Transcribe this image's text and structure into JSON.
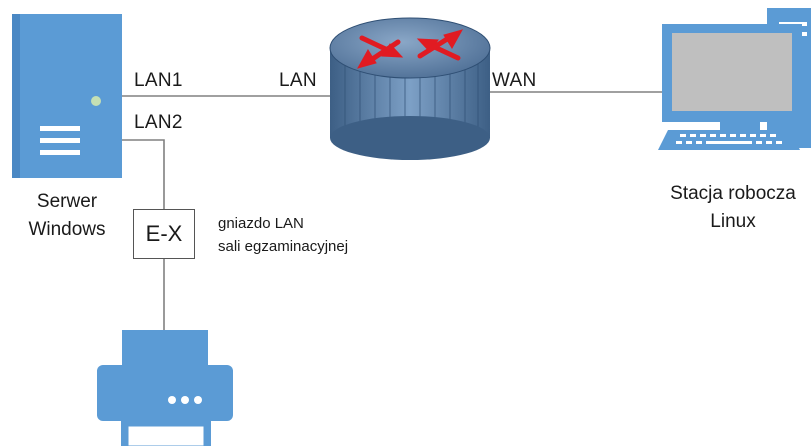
{
  "diagram": {
    "labels": {
      "lan1": "LAN1",
      "lan2": "LAN2",
      "lan": "LAN",
      "wan": "WAN",
      "server_line1": "Serwer",
      "server_line2": "Windows",
      "workstation_line1": "Stacja robocza",
      "workstation_line2": "Linux",
      "socket_box": "E-X",
      "socket_line1": "gniazdo LAN",
      "socket_line2": "sali egzaminacyjnej"
    },
    "colors": {
      "device_blue": "#5b9bd5",
      "device_blue_dark": "#2e75b6",
      "router_body": "#5a7fa8",
      "router_arrows": "#e11b22",
      "cable": "#808080"
    },
    "icons": {
      "server": "server-icon",
      "router": "router-icon",
      "workstation": "desktop-computer-icon",
      "printer": "printer-icon"
    }
  }
}
